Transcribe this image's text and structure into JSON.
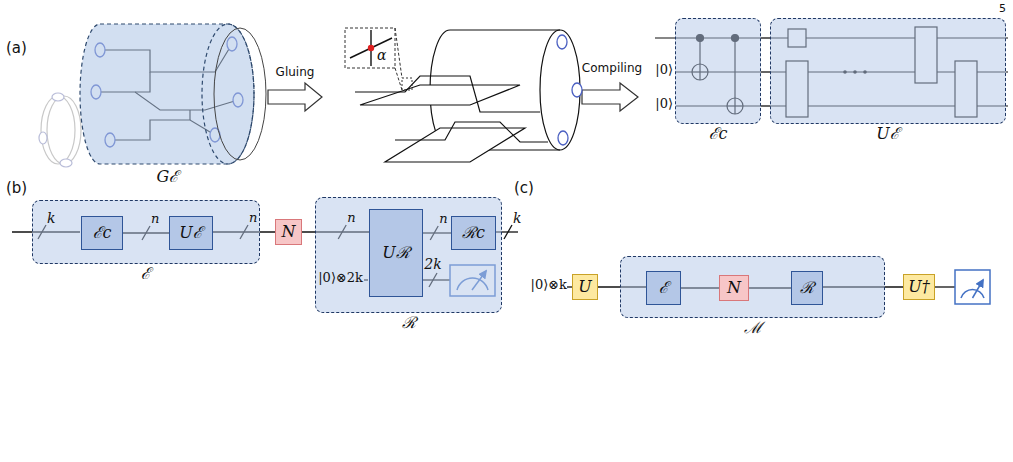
{
  "diagram": {
    "nodes": [
      {
        "text": [
          "Gℰ"
        ]
      },
      {
        "text": [
          "ℰc"
        ]
      },
      {
        "text": [
          "Uℰ"
        ]
      },
      {
        "text": [
          "ℰ"
        ]
      },
      {
        "text": [
          "ℰc"
        ],
        "in": 3
      },
      {
        "text": [
          "Uℰ"
        ],
        "in": 3
      },
      {
        "text": [
          "N"
        ]
      },
      {
        "text": [
          "ℛ"
        ]
      },
      {
        "text": [
          "Uℛ"
        ],
        "in": 7
      },
      {
        "text": [
          "ℛc"
        ],
        "in": 7
      },
      {
        "text": [
          "U"
        ]
      },
      {
        "text": [
          "ℳ"
        ]
      },
      {
        "text": [
          "ℰ"
        ],
        "in": 11
      },
      {
        "text": [
          "N"
        ],
        "in": 11
      },
      {
        "text": [
          "ℛ"
        ],
        "in": 11
      },
      {
        "text": [
          "U†"
        ]
      }
    ],
    "edges": [
      {
        "from": 1,
        "to": 2,
        "arrow": "none"
      },
      {
        "from": 1,
        "to": 2,
        "arrow": "none"
      },
      {
        "from": 1,
        "to": 2,
        "arrow": "none"
      },
      {
        "from": 4,
        "to": 5,
        "label": "n",
        "arrow": "none"
      },
      {
        "from": 5,
        "to": 6,
        "label": "n",
        "arrow": "none"
      },
      {
        "from": 6,
        "to": 8,
        "label": "n",
        "arrow": "none"
      },
      {
        "from": 8,
        "to": 9,
        "label": "n",
        "arrow": "none"
      },
      {
        "from": 10,
        "to": 12,
        "arrow": "none"
      },
      {
        "from": 12,
        "to": 13,
        "arrow": "none"
      },
      {
        "from": 13,
        "to": 14,
        "arrow": "none"
      },
      {
        "from": 14,
        "to": 15,
        "arrow": "none"
      }
    ],
    "labels": [
      "5",
      "(a)",
      "Gluing",
      "Compiling",
      "α",
      "|0⟩",
      "|0⟩",
      "(b)",
      "k",
      "|0⟩⊗2k",
      "2k",
      "k",
      "(c)",
      "|0⟩⊗k"
    ]
  }
}
